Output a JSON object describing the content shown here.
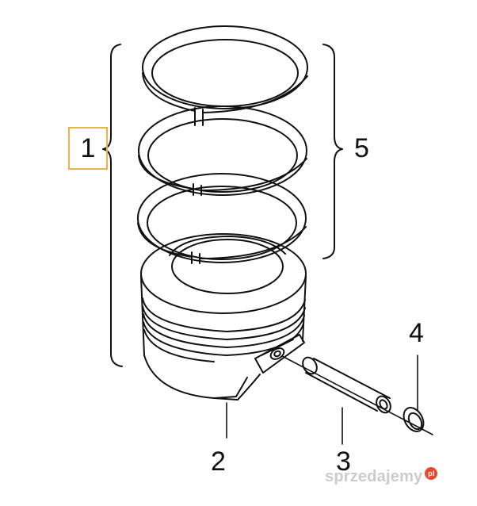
{
  "callouts": {
    "c1": "1",
    "c2": "2",
    "c3": "3",
    "c4": "4",
    "c5": "5"
  },
  "watermark": {
    "text": "sprzedajemy",
    "badge": "pl"
  },
  "colors": {
    "line": "#111111",
    "highlight_box": "#e7b24a",
    "watermark_badge": "#e8482f"
  },
  "icons": [
    "piston-ring-top",
    "piston-ring-middle",
    "piston-ring-oil",
    "piston",
    "piston-pin",
    "circlip"
  ]
}
